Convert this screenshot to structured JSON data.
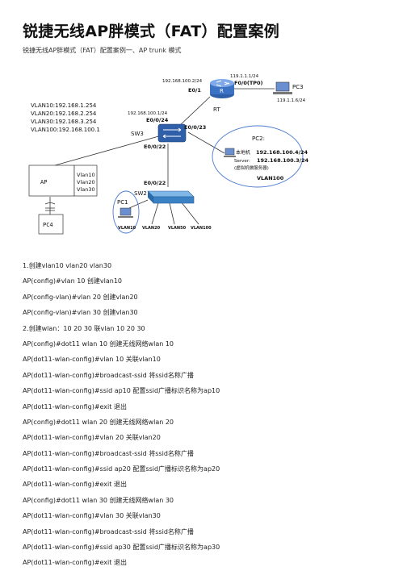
{
  "doc": {
    "title": "锐捷无线AP胖模式（FAT）配置案例",
    "subtitle": "锐捷无线AP胖模式（FAT）配置案例一、AP trunk 模式"
  },
  "diagram": {
    "router_ip_left": "192.168.100.2/24",
    "router_e01": "E0/1",
    "router_wan_ip": "119.1.1.1/24",
    "router_f00": "F0/0(TP0)",
    "router_label": "R",
    "router_name": "RT",
    "pc3_label": "PC3",
    "pc3_ip": "119.1.1.6/24",
    "vlan_list": [
      "VLAN10:192.168.1.254",
      "VLAN20:192.168.2.254",
      "VLAN30:192.168.3.254",
      "VLAN100:192.168.100.1"
    ],
    "sw3_ip": "192.168.100.1/24",
    "sw3_e024": "E0/0/24",
    "sw3_label": "SW3",
    "sw3_e023": "E0/0/23",
    "sw3_e022": "E0/0/22",
    "pc2_label": "PC2:",
    "pc2_local_label": "本地机",
    "pc2_ip1": "192.168.100.4/24",
    "pc2_server_label": "Server:",
    "pc2_ip2": "192.168.100.3/24",
    "pc2_note": "(虚拟机做服务器)",
    "pc2_vlan": "VLAN100",
    "ap_label": "AP",
    "ap_vlans": [
      "Vlan10",
      "Vlan20",
      "Vlan30"
    ],
    "pc4_label": "PC4",
    "sw2_e022": "E0/0/22",
    "sw2_label": "SW2",
    "pc1_label": "PC1",
    "sw2_ports": [
      "VLAN10",
      "VLAN20",
      "VLAN50",
      "VLAN100"
    ]
  },
  "steps": [
    "1.创建vlan10 vlan20 vlan30",
    "AP(config)#vlan 10 创建vlan10",
    "AP(config-vlan)#vlan 20 创建vlan20",
    "AP(config-vlan)#vlan 30 创建vlan30",
    "2.创建wlan：10 20 30 联vlan 10 20 30",
    "AP(config)#dot11 wlan 10 创建无线网络wlan 10",
    "AP(dot11-wlan-config)#vlan 10 关联vlan10",
    "AP(dot11-wlan-config)#broadcast-ssid 将ssid名称广播",
    "AP(dot11-wlan-config)#ssid ap10 配置ssid广播标识名称为ap10",
    "AP(dot11-wlan-config)#exit 退出",
    "AP(config)#dot11 wlan 20 创建无线网络wlan 20",
    "AP(dot11-wlan-config)#vlan 20 关联vlan20",
    "AP(dot11-wlan-config)#broadcast-ssid 将ssid名称广播",
    "AP(dot11-wlan-config)#ssid ap20 配置ssid广播标识名称为ap20",
    "AP(dot11-wlan-config)#exit 退出",
    "AP(config)#dot11 wlan 30 创建无线网络wlan 30",
    "AP(dot11-wlan-config)#vlan 30 关联vlan30",
    "AP(dot11-wlan-config)#broadcast-ssid 将ssid名称广播",
    "AP(dot11-wlan-config)#ssid ap30 配置ssid广播标识名称为ap30",
    "AP(dot11-wlan-config)#exit 退出"
  ]
}
